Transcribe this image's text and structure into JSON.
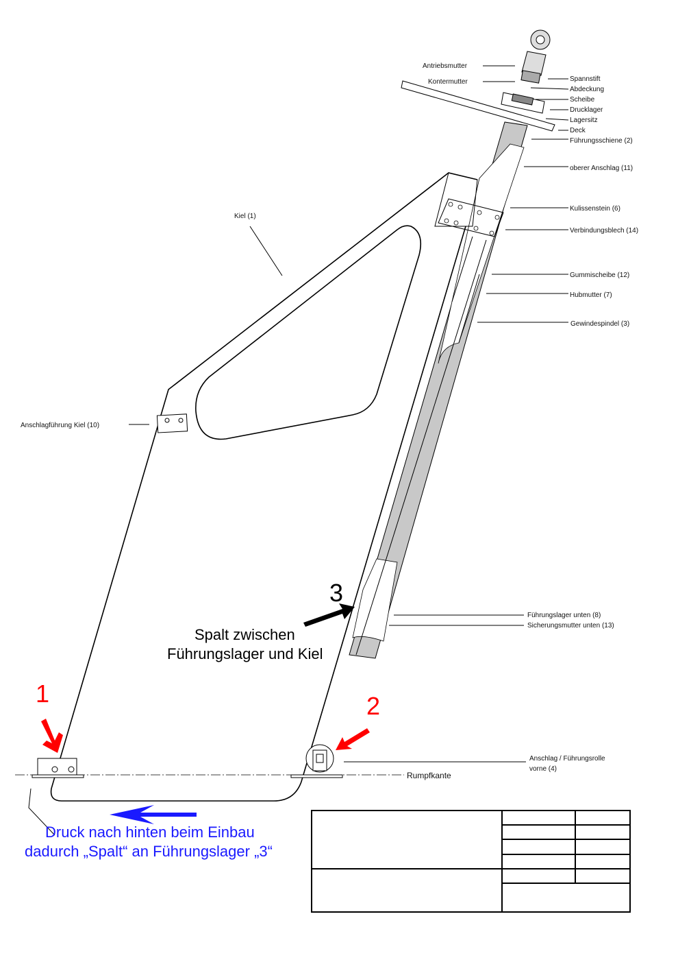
{
  "labels": {
    "antriebsmutter": "Antriebsmutter",
    "kontermutter": "Kontermutter",
    "spannstift": "Spannstift",
    "abdeckung": "Abdeckung",
    "scheibe": "Scheibe",
    "drucklager": "Drucklager",
    "lagersitz": "Lagersitz",
    "deck": "Deck",
    "fuehrungsschiene": "Führungsschiene (2)",
    "oberer_anschlag": "oberer Anschlag (11)",
    "kulissenstein": "Kulissenstein (6)",
    "verbindungsblech": "Verbindungsblech (14)",
    "gummischeibe": "Gummischeibe (12)",
    "hubmutter": "Hubmutter (7)",
    "gewindespindel": "Gewindespindel (3)",
    "kiel": "Kiel (1)",
    "anschlagfuehrung": "Anschlagführung Kiel (10)",
    "fuehrungslager_unten": "Führungslager unten (8)",
    "sicherungsmutter_unten": "Sicherungsmutter unten (13)",
    "anschlag_rolle_1": "Anschlag / Führungsrolle",
    "anschlag_rolle_2": "vorne (4)",
    "rumpfkante": "Rumpfkante"
  },
  "annotations": {
    "marker_1": "1",
    "marker_2": "2",
    "marker_3": "3",
    "spalt_line1": "Spalt zwischen",
    "spalt_line2": "Führungslager und Kiel",
    "druck_line1": "Druck nach hinten beim Einbau",
    "druck_line2": "dadurch „Spalt“ an Führungslager „3“"
  },
  "colors": {
    "red": "#ff0000",
    "blue": "#1a1aff",
    "rail_gray": "#c8c8c8"
  }
}
